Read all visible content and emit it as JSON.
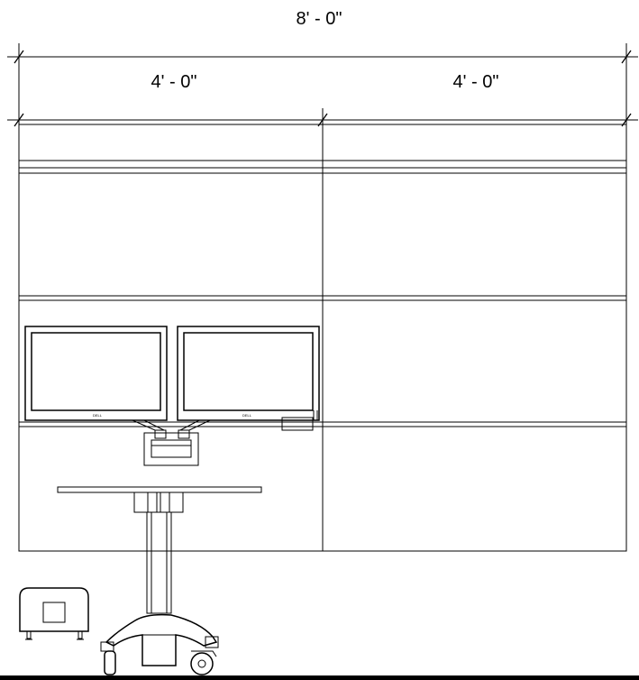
{
  "dimensions": {
    "overall": "8' - 0\"",
    "left_panel": "4' - 0\"",
    "right_panel": "4' - 0\""
  },
  "monitors": {
    "left_brand": "DELL",
    "right_brand": "DELL"
  },
  "colors": {
    "line": "#000000",
    "background": "#ffffff"
  }
}
